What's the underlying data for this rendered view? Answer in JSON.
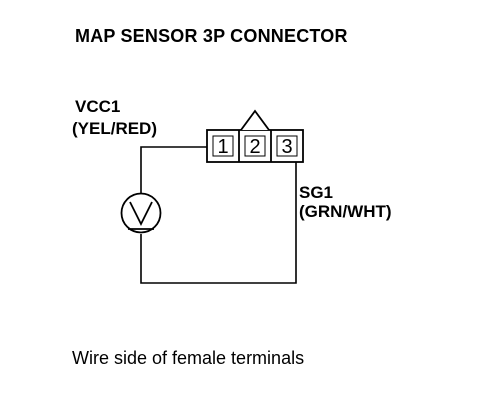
{
  "title": "MAP SENSOR 3P CONNECTOR",
  "connector": {
    "pins": [
      "1",
      "2",
      "3"
    ]
  },
  "labels": {
    "vcc_name": "VCC1",
    "vcc_color": "(YEL/RED)",
    "sg_name": "SG1",
    "sg_color": "(GRN/WHT)"
  },
  "meter": {
    "symbol": "V",
    "icon": "voltmeter-icon"
  },
  "caption": "Wire side of female terminals",
  "colors": {
    "ink": "#000000",
    "background": "#ffffff"
  }
}
